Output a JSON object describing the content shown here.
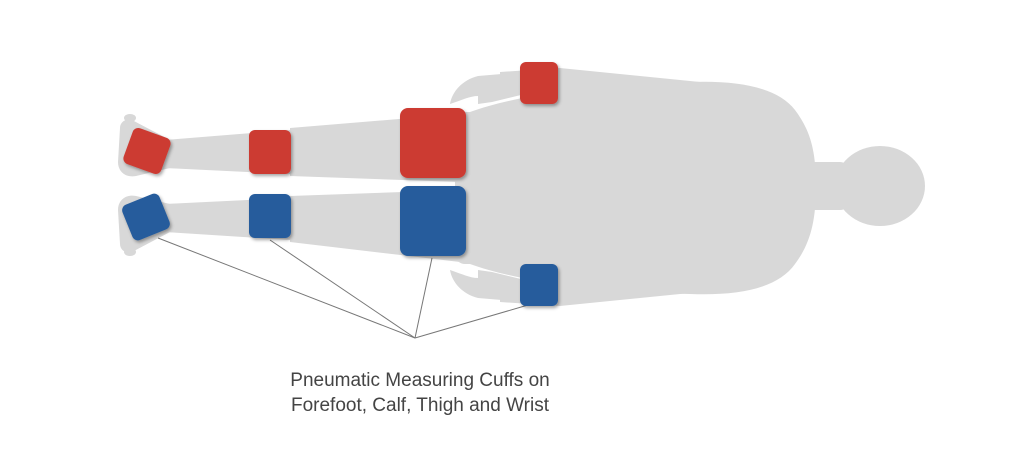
{
  "caption": {
    "line1": "Pneumatic Measuring Cuffs on",
    "line2": "Forefoot, Calf, Thigh and Wrist"
  },
  "colors": {
    "background": "#ffffff",
    "body": "#d8d8d8",
    "cuff_red": "#cc3a33",
    "cuff_blue": "#255b9c",
    "leader_line": "#777777",
    "caption_text": "#444444"
  },
  "figure": {
    "name": "human-body-silhouette",
    "orientation": "lying-horizontal-head-right"
  },
  "cuffs": [
    {
      "name": "right-forefoot-cuff",
      "location": "forefoot",
      "side": "right",
      "color": "red"
    },
    {
      "name": "right-calf-cuff",
      "location": "calf",
      "side": "right",
      "color": "red"
    },
    {
      "name": "right-thigh-cuff",
      "location": "thigh",
      "side": "right",
      "color": "red"
    },
    {
      "name": "right-wrist-cuff",
      "location": "wrist",
      "side": "right",
      "color": "red"
    },
    {
      "name": "left-forefoot-cuff",
      "location": "forefoot",
      "side": "left",
      "color": "blue"
    },
    {
      "name": "left-calf-cuff",
      "location": "calf",
      "side": "left",
      "color": "blue"
    },
    {
      "name": "left-thigh-cuff",
      "location": "thigh",
      "side": "left",
      "color": "blue"
    },
    {
      "name": "left-wrist-cuff",
      "location": "wrist",
      "side": "left",
      "color": "blue"
    }
  ]
}
